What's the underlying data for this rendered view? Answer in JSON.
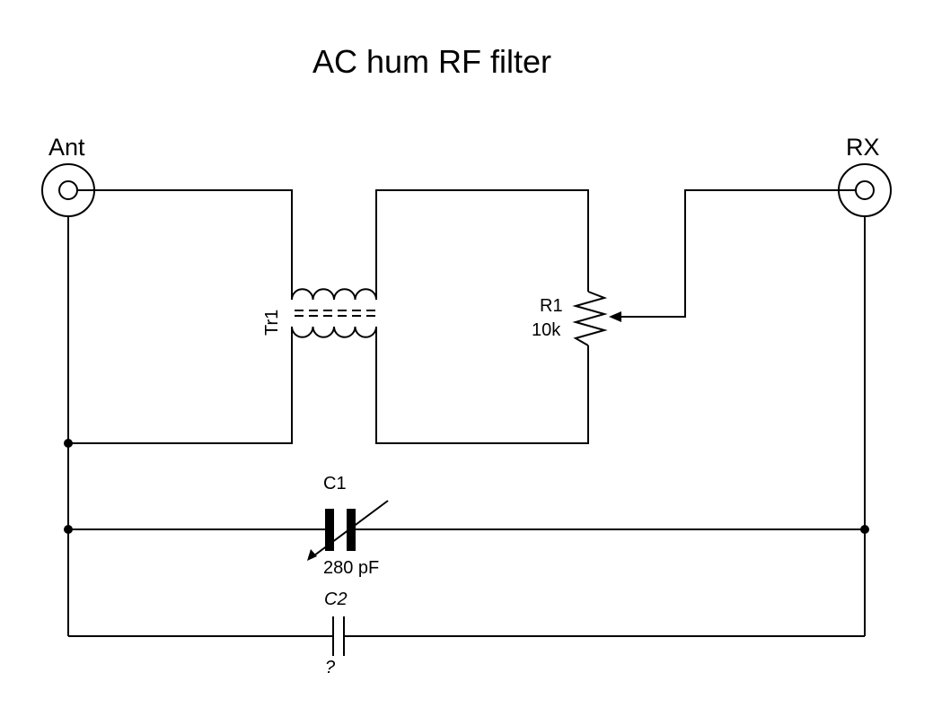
{
  "title": "AC hum RF filter",
  "connectors": {
    "ant_label": "Ant",
    "rx_label": "RX"
  },
  "transformer": {
    "ref": "Tr1"
  },
  "resistor": {
    "ref": "R1",
    "value": "10k"
  },
  "capacitor1": {
    "ref": "C1",
    "value": "280 pF"
  },
  "capacitor2": {
    "ref": "C2",
    "value": "?"
  },
  "colors": {
    "ink": "#000000",
    "background": "#ffffff"
  }
}
